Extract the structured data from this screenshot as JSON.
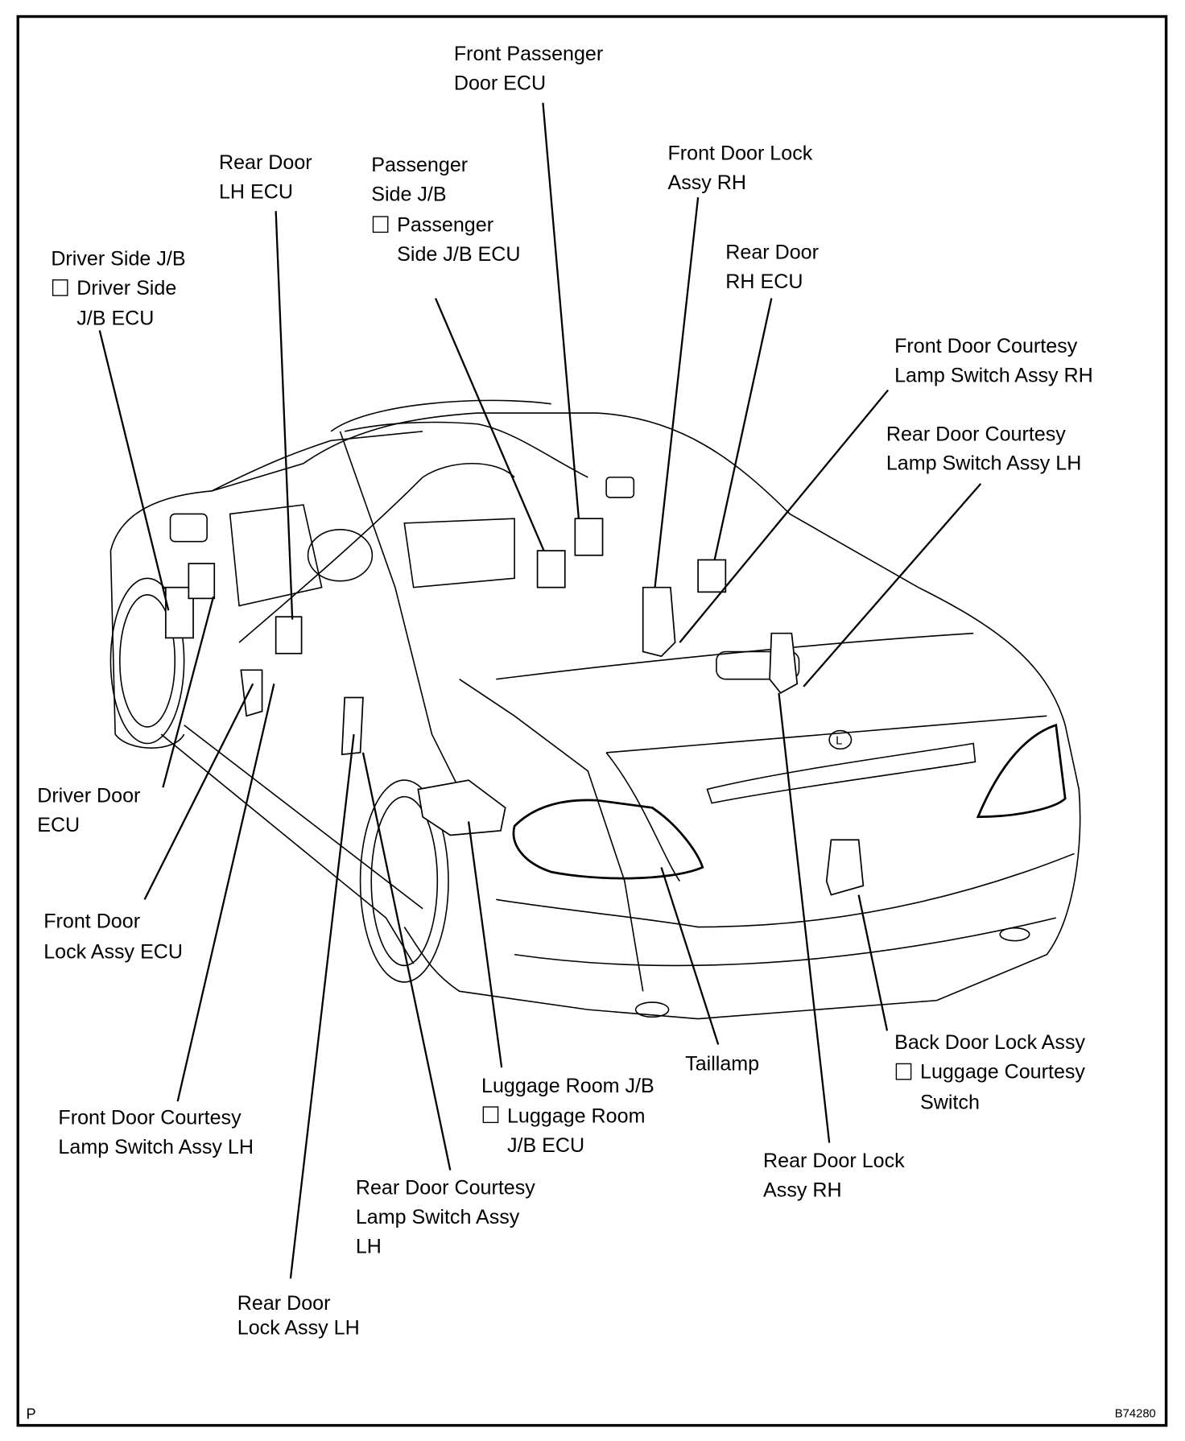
{
  "labels": {
    "front_passenger_door_ecu": [
      "Front Passenger",
      "Door ECU"
    ],
    "rear_door_lh_ecu": [
      "Rear Door",
      "LH ECU"
    ],
    "passenger_side_jb": [
      "Passenger",
      "Side J/B",
      "Passenger",
      "Side J/B ECU"
    ],
    "front_door_lock_assy_rh": [
      "Front Door Lock",
      "Assy RH"
    ],
    "rear_door_rh_ecu": [
      "Rear Door",
      "RH ECU"
    ],
    "driver_side_jb": [
      "Driver Side J/B",
      "Driver Side",
      "J/B ECU"
    ],
    "front_door_courtesy_rh": [
      "Front Door Courtesy",
      "Lamp Switch Assy RH"
    ],
    "rear_door_courtesy_lh_right": [
      "Rear Door Courtesy",
      "Lamp Switch Assy LH"
    ],
    "driver_door_ecu": [
      "Driver Door",
      "ECU"
    ],
    "front_door_lock_assy_ecu": [
      "Front Door",
      "Lock Assy ECU"
    ],
    "front_door_courtesy_lh": [
      "Front Door Courtesy",
      "Lamp Switch Assy LH"
    ],
    "rear_door_courtesy_lh_bottom": [
      "Rear Door Courtesy",
      "Lamp  Switch  Assy",
      "LH"
    ],
    "rear_door_lock_assy_lh": [
      "Rear Door",
      "Lock Assy LH"
    ],
    "luggage_room_jb": [
      "Luggage Room J/B",
      "Luggage Room",
      "J/B ECU"
    ],
    "taillamp": [
      "Taillamp"
    ],
    "rear_door_lock_assy_rh": [
      "Rear Door Lock",
      "Assy RH"
    ],
    "back_door_lock_assy": [
      "Back Door Lock Assy",
      "Luggage Courtesy",
      "Switch"
    ]
  },
  "footer": {
    "left_mark": "P",
    "figure_id": "B74280"
  },
  "emblem_text": "L"
}
